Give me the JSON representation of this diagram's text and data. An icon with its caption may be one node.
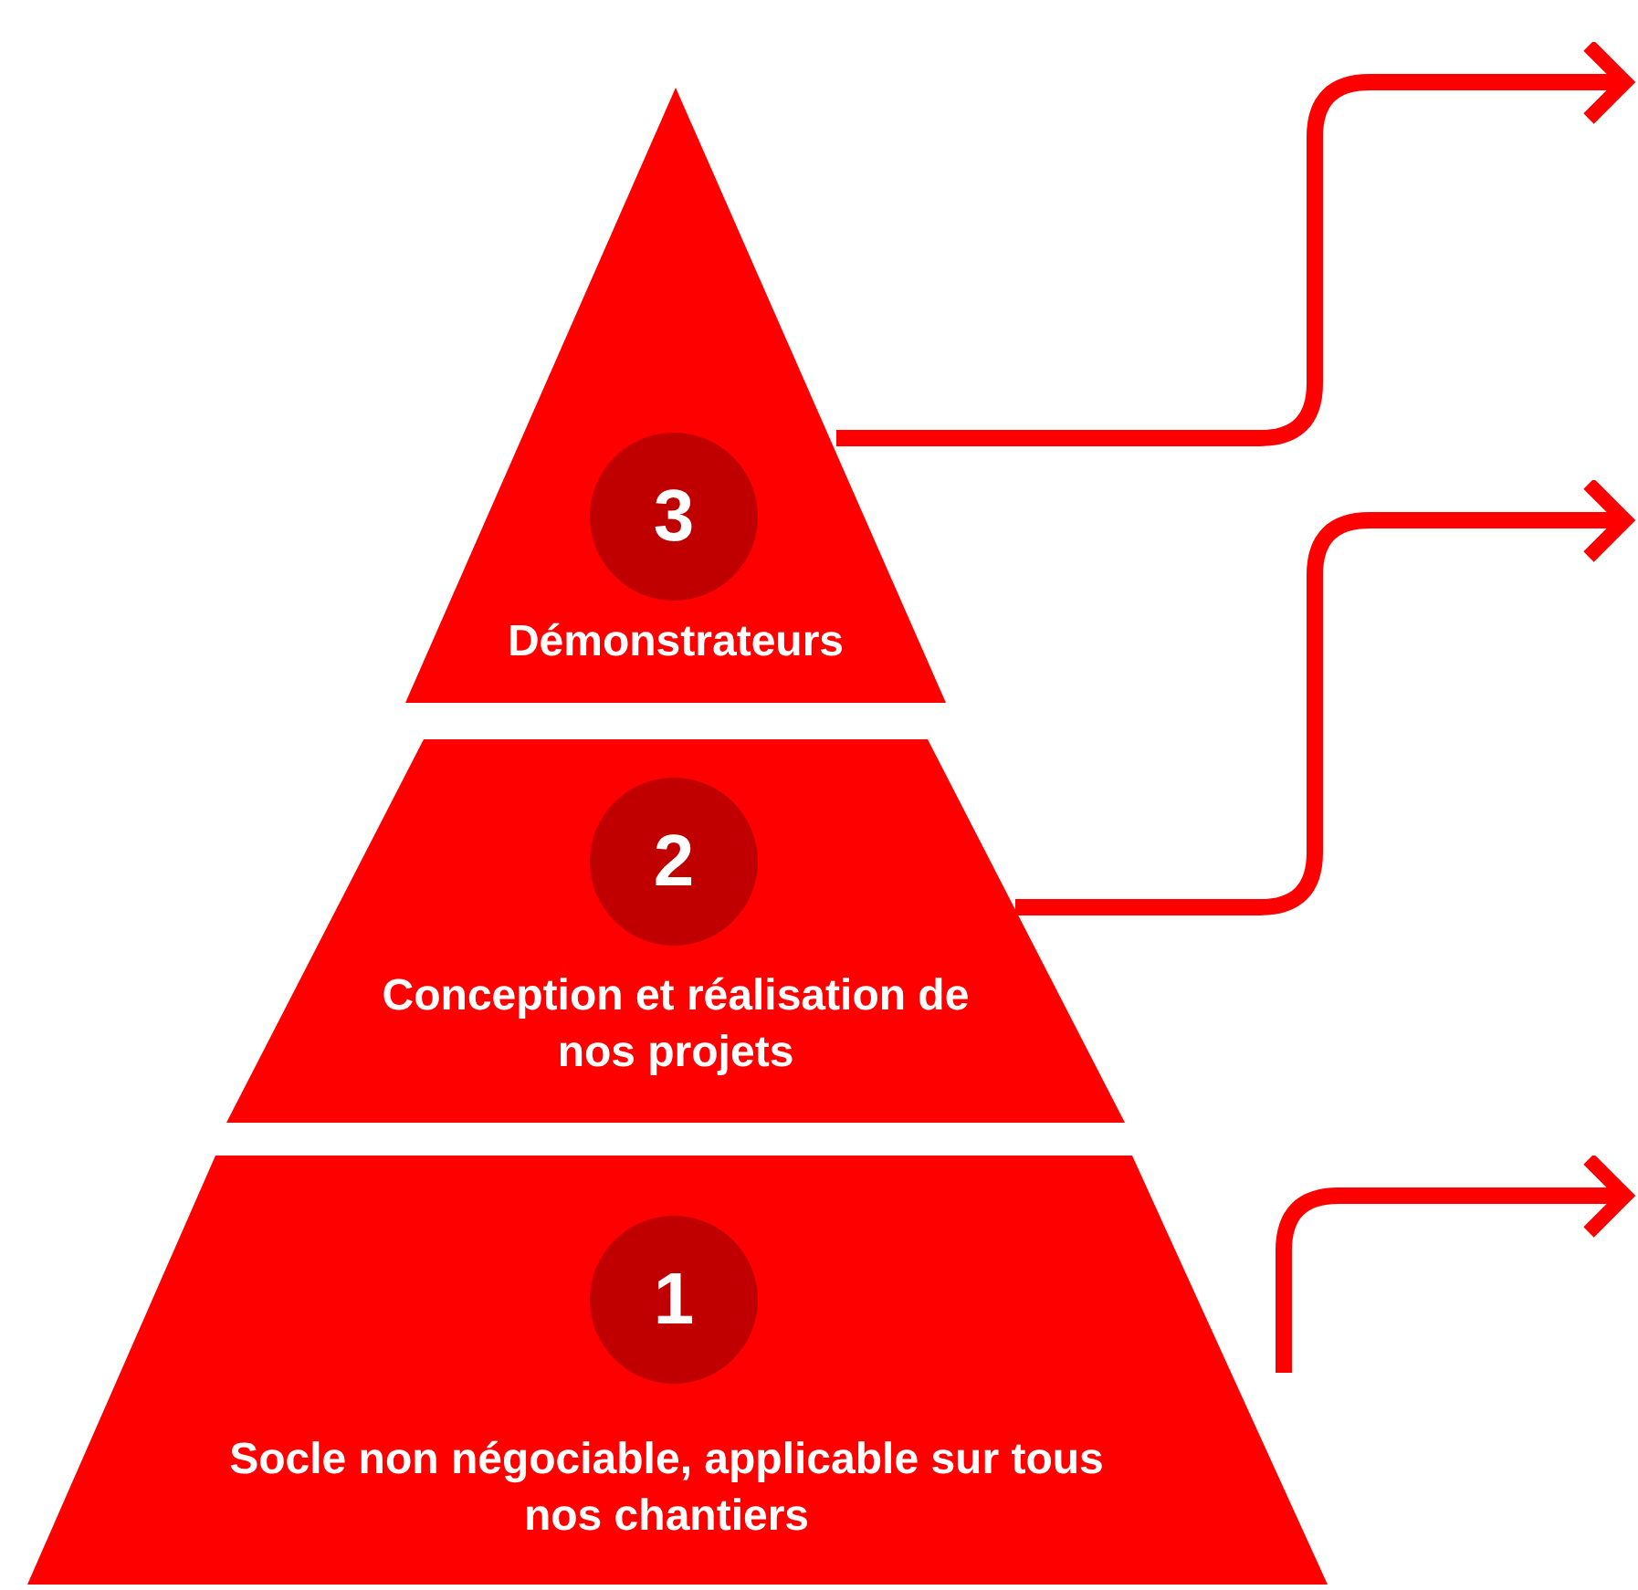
{
  "diagram": {
    "nodes": [
      {
        "text": [
          "Démonstrateurs"
        ]
      },
      {
        "text": [
          "3"
        ],
        "in": 0
      },
      {
        "text": [
          "Conception et réalisation de nos projets"
        ]
      },
      {
        "text": [
          "2"
        ],
        "in": 2
      },
      {
        "text": [
          "Socle non négociable, applicable sur tous nos chantiers"
        ]
      },
      {
        "text": [
          "1"
        ],
        "in": 4
      }
    ],
    "edges": [
      {
        "from": 0,
        "to": null,
        "arrow": "to"
      },
      {
        "from": 2,
        "to": null,
        "arrow": "to"
      },
      {
        "from": 4,
        "to": null,
        "arrow": "to"
      }
    ]
  }
}
